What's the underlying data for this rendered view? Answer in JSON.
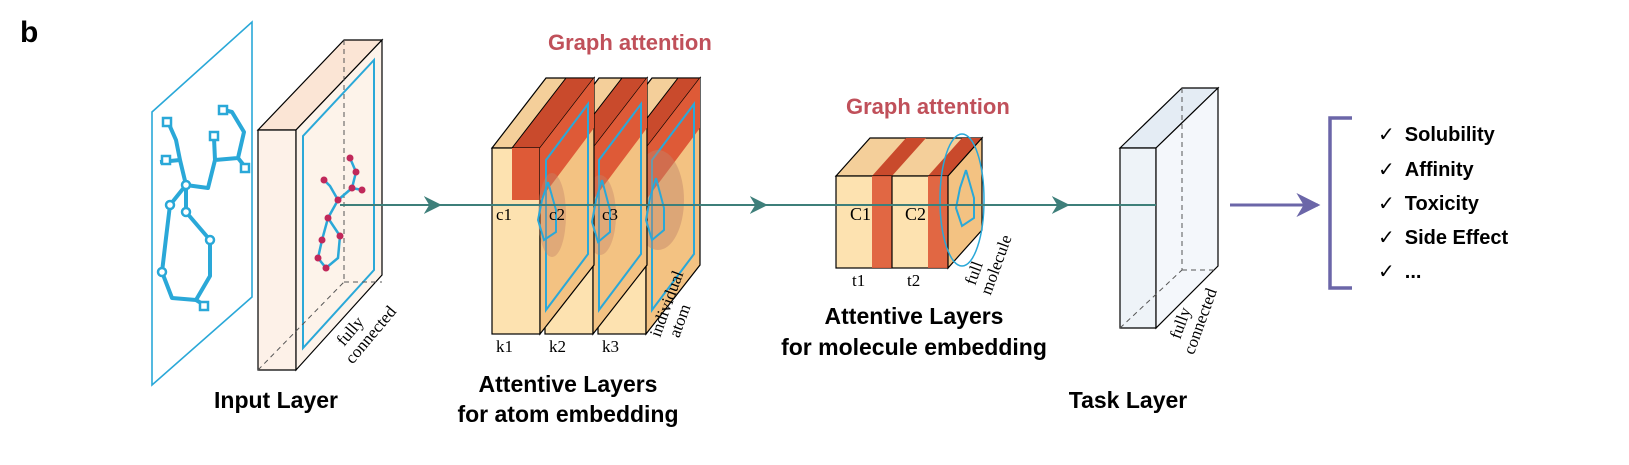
{
  "panel_label": "b",
  "labels": {
    "graph_attention_1": "Graph attention",
    "graph_attention_2": "Graph attention",
    "input_layer": "Input Layer",
    "attentive_atom_line1": "Attentive Layers",
    "attentive_atom_line2": "for atom embedding",
    "attentive_mol_line1": "Attentive Layers",
    "attentive_mol_line2": "for molecule embedding",
    "task_layer": "Task Layer",
    "fully_connected_1a": "fully",
    "fully_connected_1b": "connected",
    "fully_connected_2a": "fully",
    "fully_connected_2b": "connected",
    "individual_atom_a": "individual",
    "individual_atom_b": "atom",
    "full_molecule_a": "full",
    "full_molecule_b": "molecule"
  },
  "atom_slices": {
    "c": [
      "c1",
      "c2",
      "c3"
    ],
    "k": [
      "k1",
      "k2",
      "k3"
    ]
  },
  "mol_slices": {
    "C": [
      "C1",
      "C2"
    ],
    "t": [
      "t1",
      "t2"
    ]
  },
  "tasks": {
    "check": "✓",
    "items": [
      "Solubility",
      "Affinity",
      "Toxicity",
      "Side Effect",
      "..."
    ]
  },
  "colors": {
    "cyan": "#2aa8d8",
    "teal_arrow": "#3e7f7a",
    "purple_arrow": "#6b66a8",
    "attention_red": "#c0505a",
    "slice_fill": "#fde2b0",
    "slice_orange": "#f3c282",
    "attention_block": "#de5a37",
    "input_layer_fill": "#fdf1e8",
    "task_layer_fill": "#eef3f8"
  }
}
